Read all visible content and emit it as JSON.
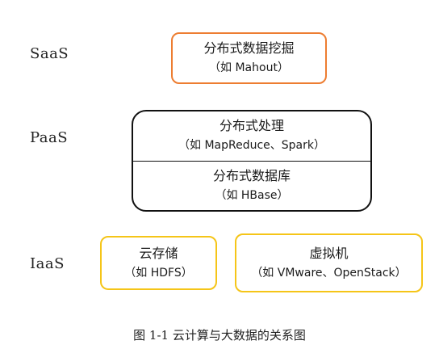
{
  "layers": {
    "saas": {
      "label": "SaaS",
      "box": {
        "title": "分布式数据挖掘",
        "subtitle": "（如 Mahout）"
      },
      "border_color": "#ed7d31"
    },
    "paas": {
      "label": "PaaS",
      "top": {
        "title": "分布式处理",
        "subtitle": "（如 MapReduce、Spark）"
      },
      "bottom": {
        "title": "分布式数据库",
        "subtitle": "（如 HBase）"
      },
      "border_color": "#111111"
    },
    "iaas": {
      "label": "IaaS",
      "boxes": [
        {
          "title": "云存储",
          "subtitle": "（如 HDFS）"
        },
        {
          "title": "虚拟机",
          "subtitle": "（如 VMware、OpenStack）"
        }
      ],
      "border_color": "#f5c518"
    }
  },
  "caption": "图 1-1  云计算与大数据的关系图"
}
